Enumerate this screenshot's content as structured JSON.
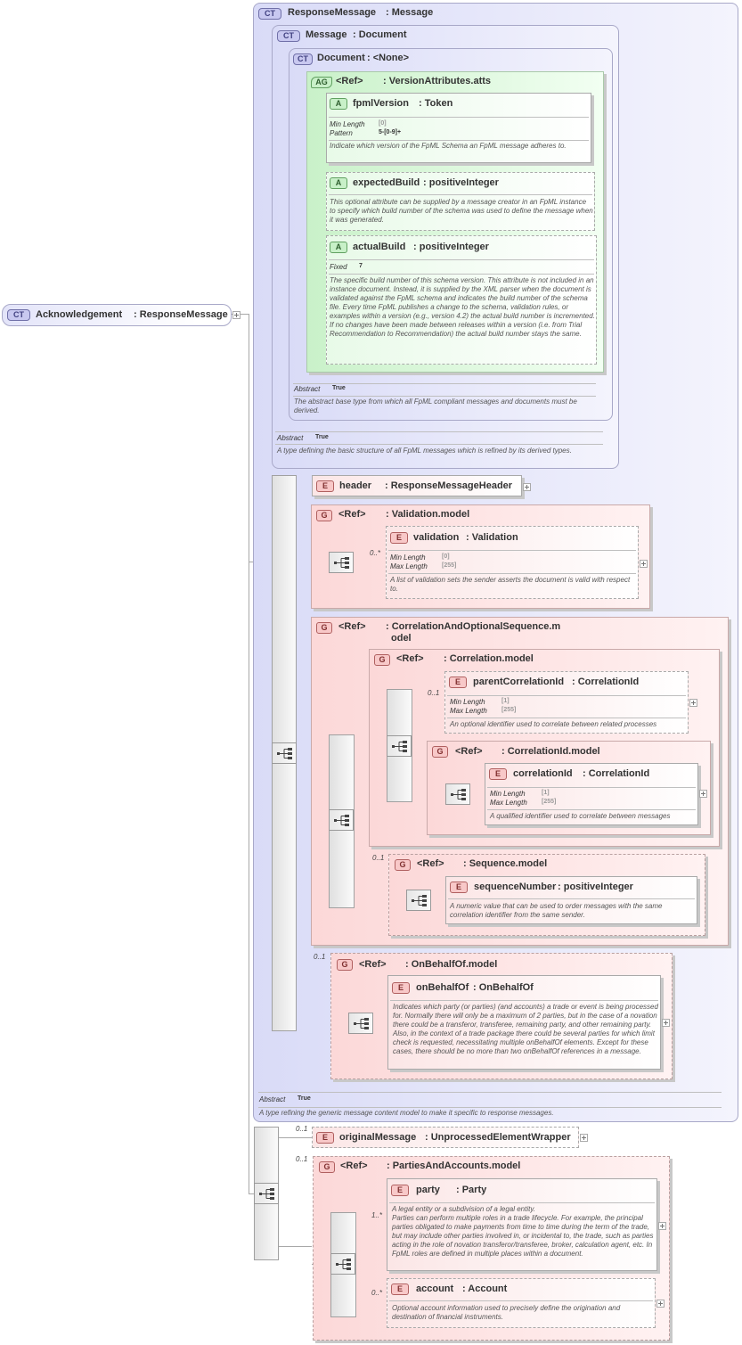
{
  "root": {
    "badge": "CT",
    "name": "Acknowledgement",
    "type": ": ResponseMessage"
  },
  "responseMessage": {
    "badge": "CT",
    "name": "ResponseMessage",
    "type": ": Message",
    "abstract_label": "Abstract",
    "abstract_value": "True",
    "description": "A type refining the generic message content model to make it specific to response messages."
  },
  "message": {
    "badge": "CT",
    "name": "Message",
    "type": ": Document",
    "abstract_label": "Abstract",
    "abstract_value": "True",
    "description": "A type defining the basic structure of all FpML messages which is refined by its derived types."
  },
  "document": {
    "badge": "CT",
    "name": "Document",
    "type": ": <None>",
    "abstract_label": "Abstract",
    "abstract_value": "True",
    "description": "The abstract base type from which all FpML compliant messages and documents must be derived."
  },
  "versionAttributes": {
    "badge": "AG",
    "ref": "<Ref>",
    "name": ": VersionAttributes.atts",
    "fpmlVersion": {
      "badge": "A",
      "name": "fpmlVersion",
      "type": ": Token",
      "minLength_label": "Min Length",
      "minLength": "[0]",
      "pattern_label": "Pattern",
      "pattern": "5-[0-9]+",
      "description": "Indicate which version of the FpML Schema an FpML message adheres to."
    },
    "expectedBuild": {
      "badge": "A",
      "name": "expectedBuild",
      "type": ": positiveInteger",
      "description": "This optional attribute can be supplied by a message creator in an FpML instance to specify which build number of the schema was used to define the message when it was generated."
    },
    "actualBuild": {
      "badge": "A",
      "name": "actualBuild",
      "type": ": positiveInteger",
      "fixed_label": "Fixed",
      "fixed": "7",
      "description": "The specific build number of this schema version. This attribute is not included in an instance document. Instead, it is supplied by the XML parser when the document is validated against the FpML schema and indicates the build number of the schema file. Every time FpML publishes a change to the schema, validation rules, or examples within a version (e.g., version 4.2) the actual build number is incremented. If no changes have been made between releases within a version (i.e. from Trial Recommendation to Recommendation) the actual build number stays the same."
    }
  },
  "header": {
    "badge": "E",
    "name": "header",
    "type": ": ResponseMessageHeader"
  },
  "validationModel": {
    "badge": "G",
    "ref": "<Ref>",
    "name": ": Validation.model",
    "occurrence": "0..*",
    "validation": {
      "badge": "E",
      "name": "validation",
      "type": ": Validation",
      "minLength_label": "Min Length",
      "minLength": "[0]",
      "maxLength_label": "Max Length",
      "maxLength": "[255]",
      "description": "A list of validation sets the sender asserts the document is valid with respect to."
    }
  },
  "correlationAndOptional": {
    "badge": "G",
    "ref": "<Ref>",
    "name_line1": ": CorrelationAndOptionalSequence.m",
    "name_line2": "odel",
    "correlationModel": {
      "badge": "G",
      "ref": "<Ref>",
      "name": ": Correlation.model",
      "parentCorrelationId": {
        "badge": "E",
        "name": "parentCorrelationId",
        "type": ": CorrelationId",
        "occurrence": "0..1",
        "minLength_label": "Min Length",
        "minLength": "[1]",
        "maxLength_label": "Max Length",
        "maxLength": "[255]",
        "description": "An optional identifier used to correlate between related processes"
      },
      "correlationIdModel": {
        "badge": "G",
        "ref": "<Ref>",
        "name": ": CorrelationId.model",
        "correlationId": {
          "badge": "E",
          "name": "correlationId",
          "type": ": CorrelationId",
          "minLength_label": "Min Length",
          "minLength": "[1]",
          "maxLength_label": "Max Length",
          "maxLength": "[255]",
          "description": "A qualified identifier used to correlate between messages"
        }
      }
    },
    "sequenceModel": {
      "badge": "G",
      "ref": "<Ref>",
      "name": ": Sequence.model",
      "occurrence": "0..1",
      "sequenceNumber": {
        "badge": "E",
        "name": "sequenceNumber",
        "type": ": positiveInteger",
        "description": "A numeric value that can be used to order messages with the same correlation identifier from the same sender."
      }
    }
  },
  "onBehalfOfModel": {
    "badge": "G",
    "ref": "<Ref>",
    "name": ": OnBehalfOf.model",
    "occurrence": "0..1",
    "onBehalfOf": {
      "badge": "E",
      "name": "onBehalfOf",
      "type": ": OnBehalfOf",
      "description": "Indicates which party (or parties) (and accounts) a trade or event is being processed for. Normally there will only be a maximum of 2 parties, but in the case of a novation there could be a transferor, transferee, remaining party, and other remaining party. Also, in the context of a trade package there could be several parties for which limit check is requested, necessitating multiple onBehalfOf elements. Except for these cases, there should be no more than two onBehalfOf references in a message."
    }
  },
  "originalMessage": {
    "badge": "E",
    "name": "originalMessage",
    "type": ": UnprocessedElementWrapper",
    "occurrence": "0..1"
  },
  "partiesAndAccounts": {
    "badge": "G",
    "ref": "<Ref>",
    "name": ": PartiesAndAccounts.model",
    "occurrence": "0..1",
    "party": {
      "badge": "E",
      "name": "party",
      "type": ": Party",
      "occurrence": "1..*",
      "description_line1": "A legal entity or a subdivision of a legal entity.",
      "description_rest": "Parties can perform multiple roles in a trade lifecycle. For example, the principal parties obligated to make payments from time to time during the term of the trade, but may include other parties involved in, or incidental to, the trade, such as parties acting in the role of novation transferor/transferee, broker, calculation agent, etc. In FpML roles are defined in multiple places within a document."
    },
    "account": {
      "badge": "E",
      "name": "account",
      "type": ": Account",
      "occurrence": "0..*",
      "description": "Optional account information used to precisely define the origination and destination of financial instruments."
    }
  }
}
